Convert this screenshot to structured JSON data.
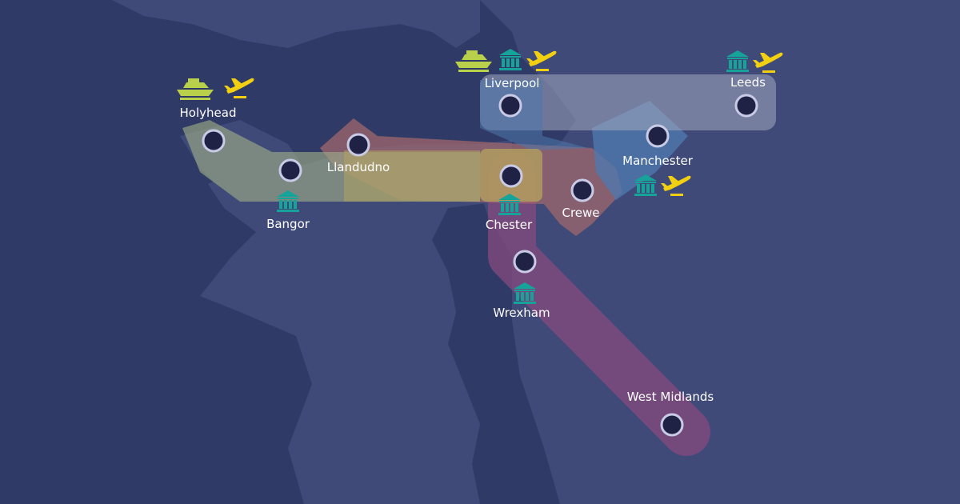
{
  "map": {
    "colors": {
      "sea": "#2f3b66",
      "land": "#3f4a78",
      "band_purple": "#874a7d",
      "band_gray": "#a2aac0",
      "band_green": "#9aa985",
      "band_yellow": "#b6a45d",
      "band_salmon": "#a66a6c",
      "band_blue": "#4f78ad",
      "station_fill": "#1f2244",
      "station_ring": "#c9cbe6",
      "ferry": "#b9d04b",
      "airport": "#f2d011",
      "museum": "#15a39a"
    },
    "stations": [
      {
        "id": "holyhead",
        "name": "Holyhead",
        "amenities": [
          "ferry-icon",
          "airport-icon"
        ]
      },
      {
        "id": "bangor",
        "name": "Bangor",
        "amenities": [
          "museum-icon"
        ]
      },
      {
        "id": "llandudno",
        "name": "Llandudno",
        "amenities": []
      },
      {
        "id": "liverpool",
        "name": "Liverpool",
        "amenities": [
          "ferry-icon",
          "museum-icon",
          "airport-icon"
        ]
      },
      {
        "id": "leeds",
        "name": "Leeds",
        "amenities": [
          "museum-icon",
          "airport-icon"
        ]
      },
      {
        "id": "manchester",
        "name": "Manchester",
        "amenities": [
          "museum-icon",
          "airport-icon"
        ]
      },
      {
        "id": "chester",
        "name": "Chester",
        "amenities": [
          "museum-icon"
        ]
      },
      {
        "id": "crewe",
        "name": "Crewe",
        "amenities": []
      },
      {
        "id": "wrexham",
        "name": "Wrexham",
        "amenities": [
          "museum-icon"
        ]
      },
      {
        "id": "west_midlands",
        "name": "West Midlands",
        "amenities": []
      }
    ]
  }
}
